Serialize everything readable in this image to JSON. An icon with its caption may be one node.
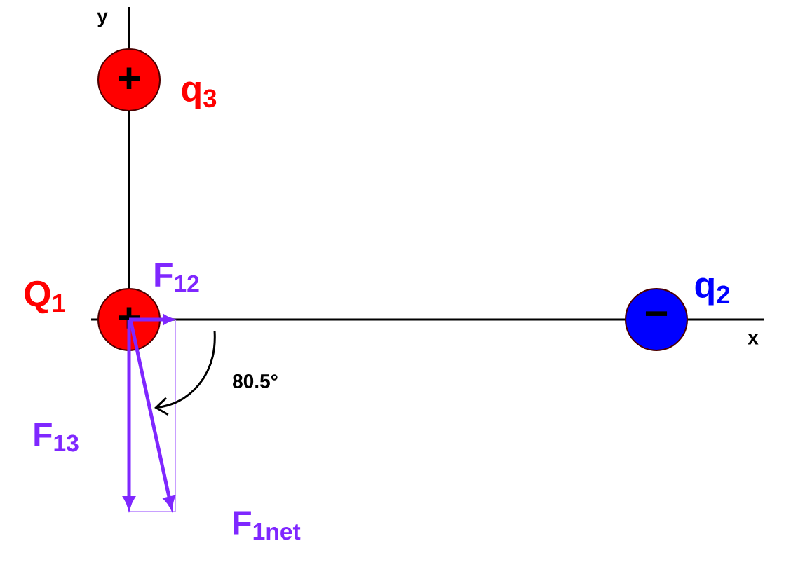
{
  "diagram": {
    "nodes": [
      {
        "text": [
          "+"
        ],
        "beside": [
          "q$_{3}$"
        ]
      },
      {
        "text": [
          "+"
        ],
        "beside": [
          "Q$_{1}$"
        ]
      },
      {
        "text": [
          "−"
        ],
        "beside": [
          "q$_{2}$"
        ]
      }
    ],
    "labels": [
      "y",
      "x",
      "F$_{12}$",
      "F$_{13}$",
      "F$_{1net}$",
      "80.5°"
    ]
  }
}
